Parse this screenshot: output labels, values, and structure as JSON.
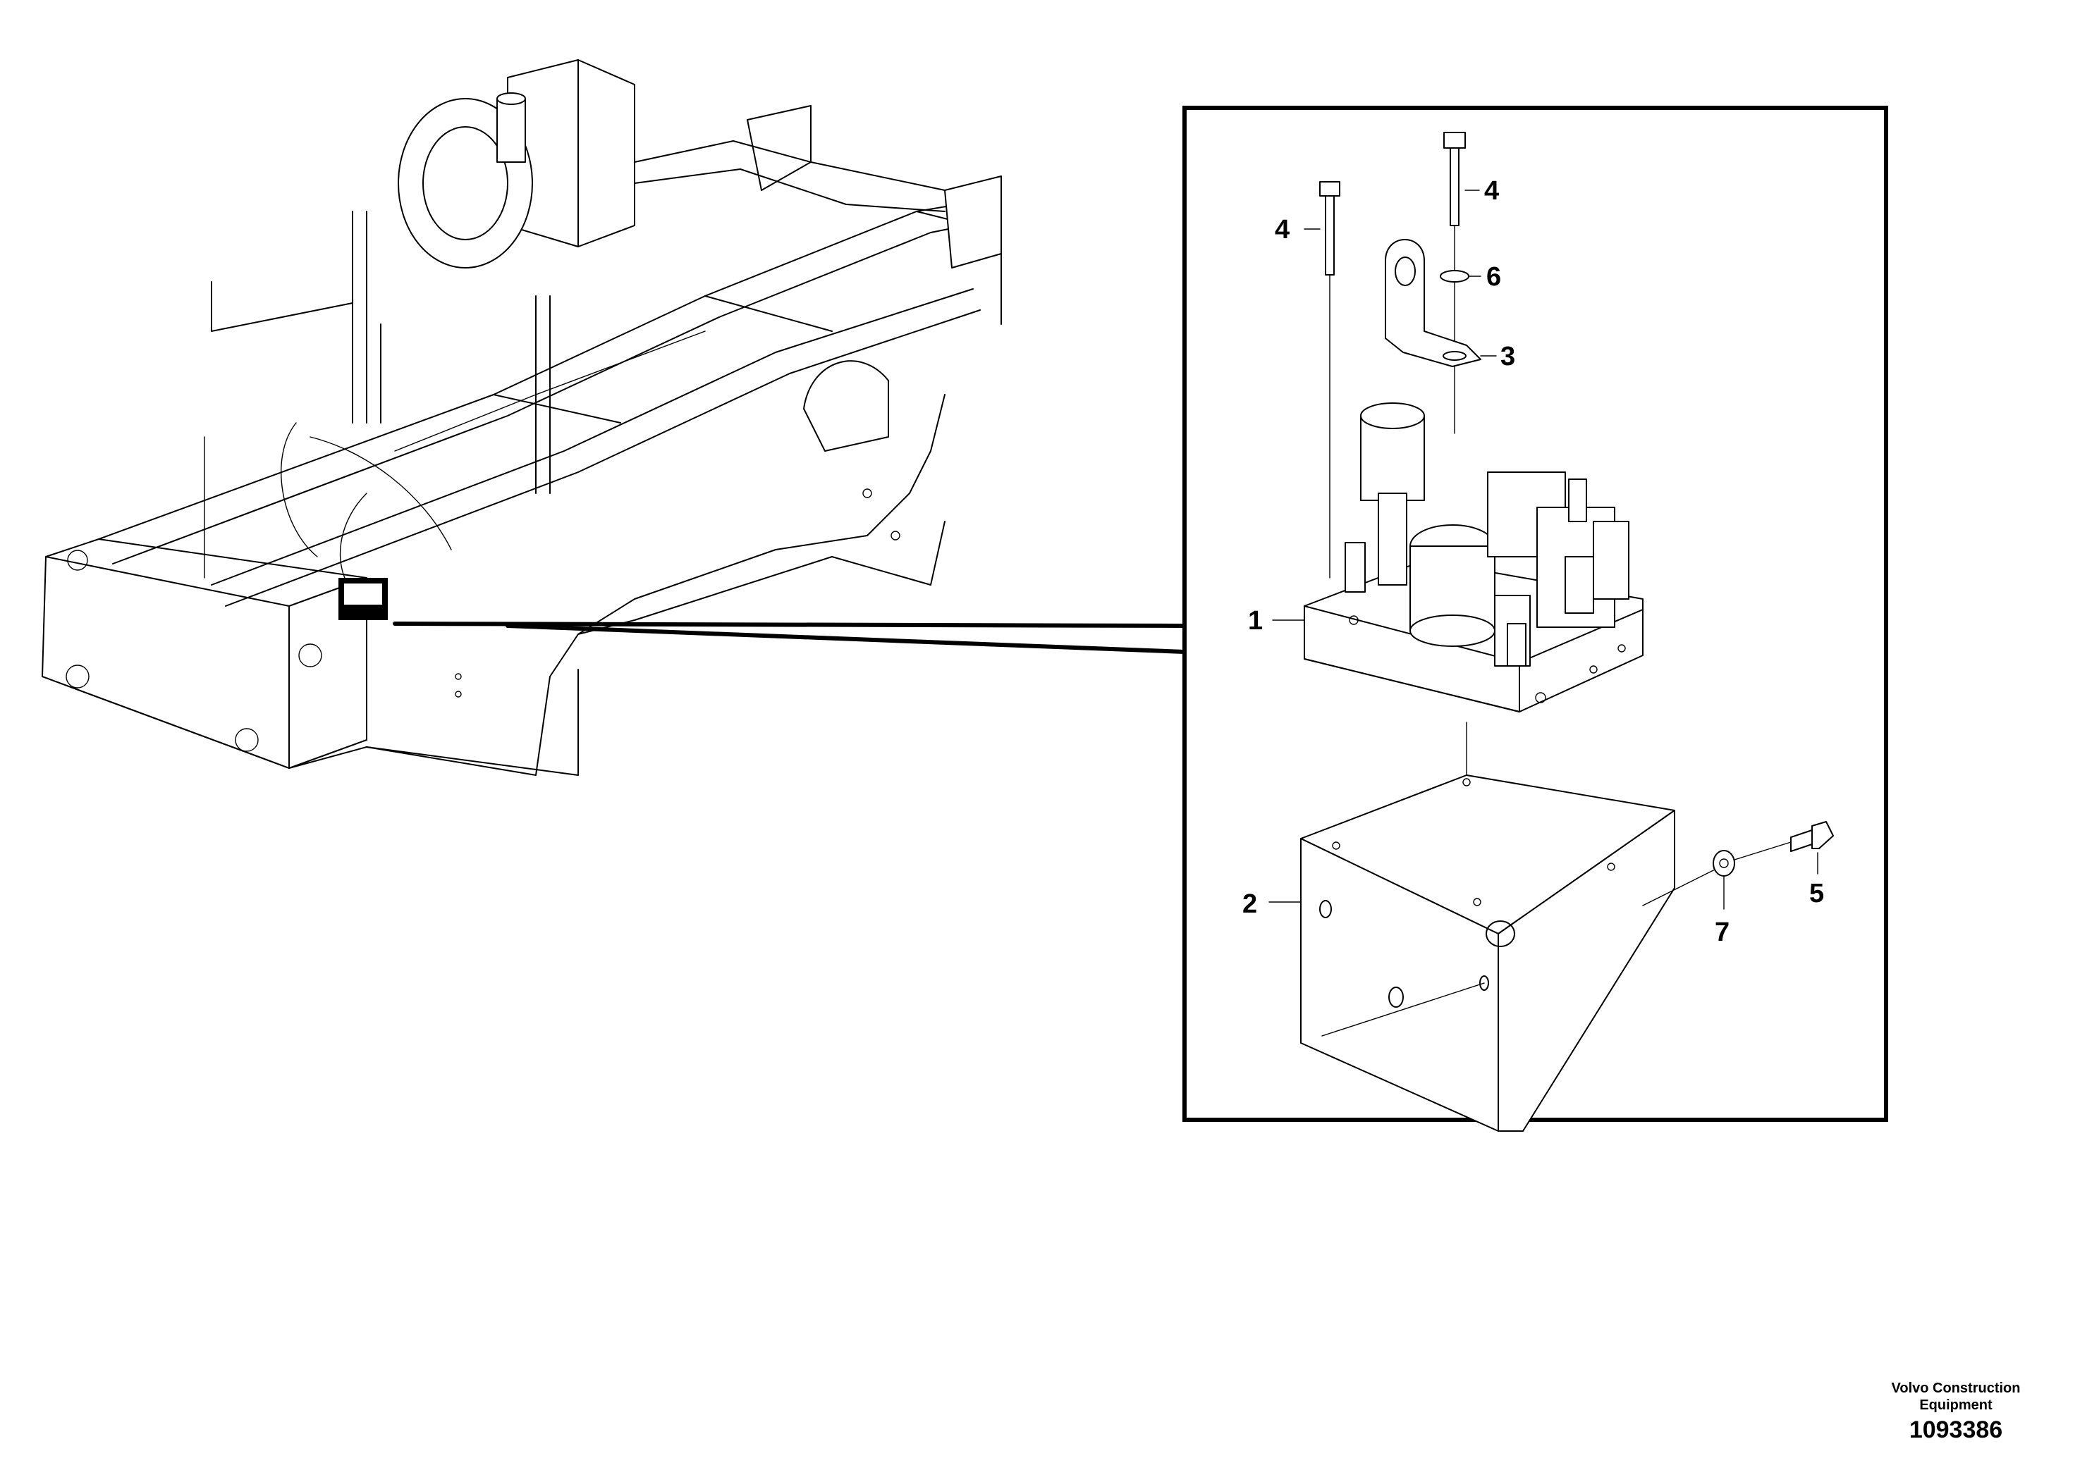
{
  "callouts": [
    {
      "id": "1",
      "label": "1"
    },
    {
      "id": "2",
      "label": "2"
    },
    {
      "id": "3",
      "label": "3"
    },
    {
      "id": "4a",
      "label": "4"
    },
    {
      "id": "4b",
      "label": "4"
    },
    {
      "id": "5",
      "label": "5"
    },
    {
      "id": "6",
      "label": "6"
    },
    {
      "id": "7",
      "label": "7"
    }
  ],
  "footer": {
    "brand_line1": "Volvo Construction",
    "brand_line2": "Equipment",
    "document_number": "1093386"
  }
}
